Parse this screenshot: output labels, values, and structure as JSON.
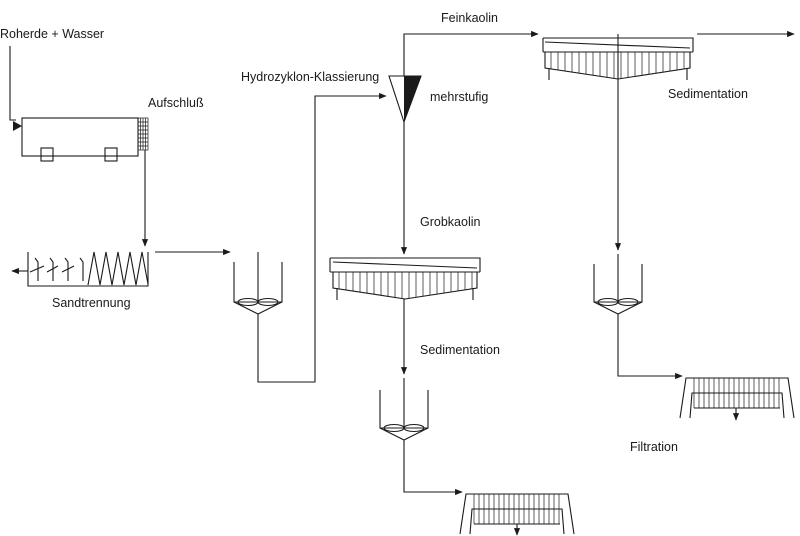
{
  "labels": {
    "input": "Roherde + Wasser",
    "digestion": "Aufschluß",
    "sand_separation": "Sandtrennung",
    "hydrocyclone": "Hydrozyklon-Klassierung",
    "multistage": "mehrstufig",
    "fine_kaolin": "Feinkaolin",
    "coarse_kaolin": "Grobkaolin",
    "sedimentation_right": "Sedimentation",
    "sedimentation_middle": "Sedimentation",
    "filtration": "Filtration"
  },
  "colors": {
    "ink": "#1a1a1a",
    "background": "#ffffff"
  }
}
